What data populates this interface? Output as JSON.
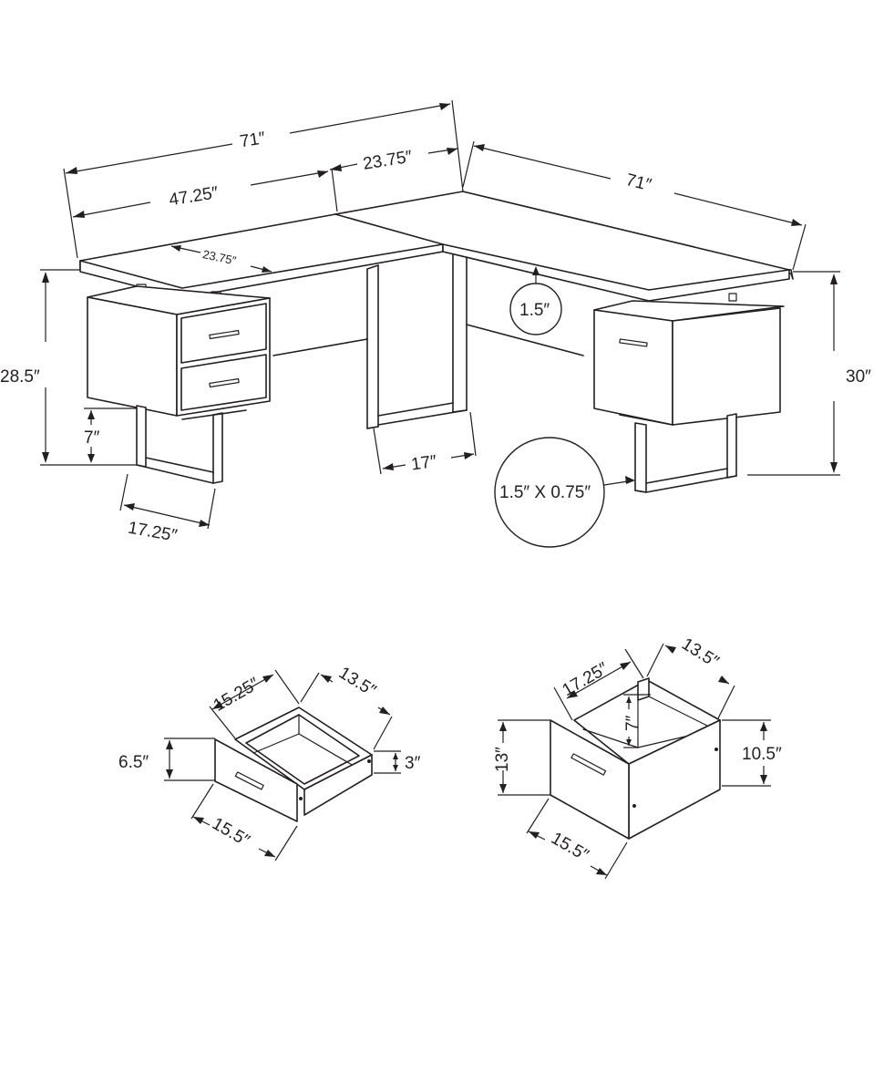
{
  "dimensions": {
    "desk_total_length_left": "71″",
    "desk_left_section": "47.25″",
    "desk_corner_section": "23.75″",
    "desk_total_length_right": "71″",
    "desk_top_depth": "23.75″",
    "desk_height_left": "28.5″",
    "desk_height_right": "30″",
    "leg_clearance": "7″",
    "leg_width_left": "17.25″",
    "center_leg_width": "17″",
    "top_thickness": "1.5″",
    "leg_tube_size": "1.5″ X 0.75″",
    "small_drawer_width": "15.25″",
    "small_drawer_depth": "13.5″",
    "small_drawer_front_height": "6.5″",
    "small_drawer_inner_height": "3″",
    "small_drawer_front_width": "15.5″",
    "file_drawer_width": "17.25″",
    "file_drawer_depth": "13.5″",
    "file_drawer_inner_height": "7″",
    "file_drawer_front_height": "13″",
    "file_drawer_side_height": "10.5″",
    "file_drawer_front_width": "15.5″"
  },
  "colors": {
    "line": "#231f20",
    "background": "#ffffff"
  }
}
